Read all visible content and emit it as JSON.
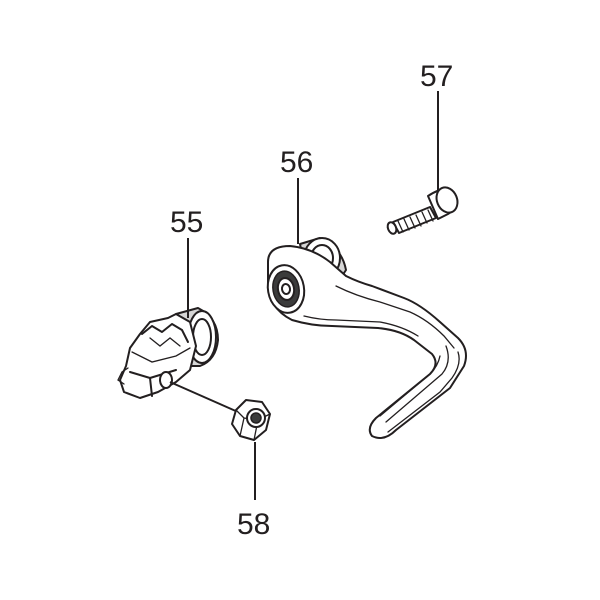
{
  "parts": [
    {
      "number": "55",
      "name": "clamp-block"
    },
    {
      "number": "56",
      "name": "lever"
    },
    {
      "number": "57",
      "name": "screw"
    },
    {
      "number": "58",
      "name": "nut"
    }
  ],
  "line_color": "#231f20"
}
